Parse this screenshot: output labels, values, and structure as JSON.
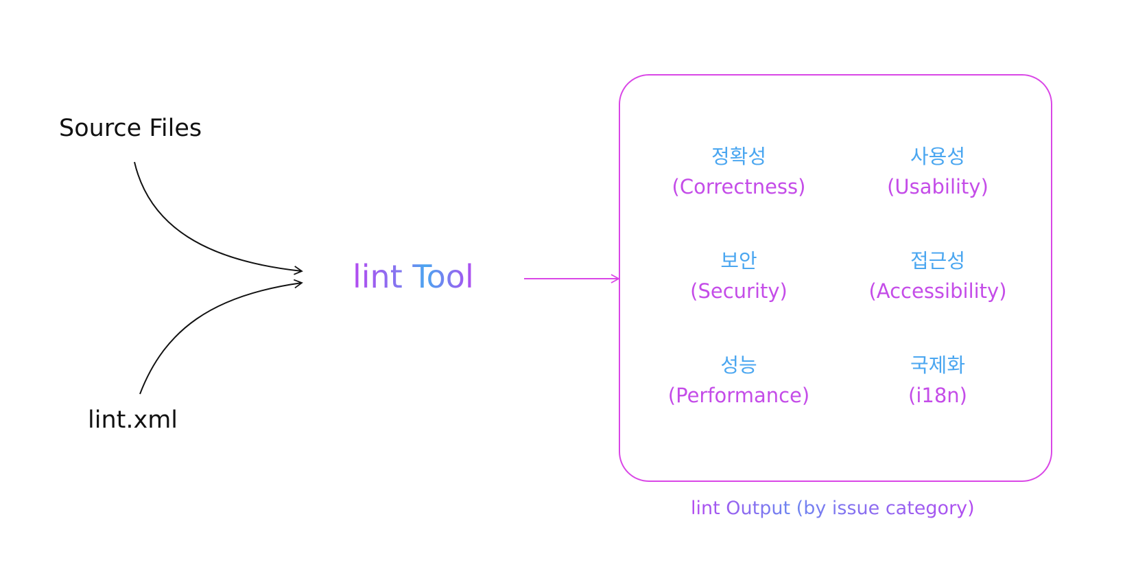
{
  "inputs": {
    "source_files": "Source Files",
    "lint_xml": "lint.xml"
  },
  "tool": {
    "name": "lint Tool"
  },
  "output": {
    "caption": "lint Output (by issue category)",
    "categories": [
      {
        "ko": "정확성",
        "en": "(Correctness)"
      },
      {
        "ko": "사용성",
        "en": "(Usability)"
      },
      {
        "ko": "보안",
        "en": "(Security)"
      },
      {
        "ko": "접근성",
        "en": "(Accessibility)"
      },
      {
        "ko": "성능",
        "en": "(Performance)"
      },
      {
        "ko": "국제화",
        "en": "(i18n)"
      }
    ]
  },
  "colors": {
    "input_text": "#111111",
    "korean_label": "#4aa6f0",
    "english_label": "#c44ce8",
    "box_border": "#d946e6",
    "arrow": "#d946e6"
  }
}
